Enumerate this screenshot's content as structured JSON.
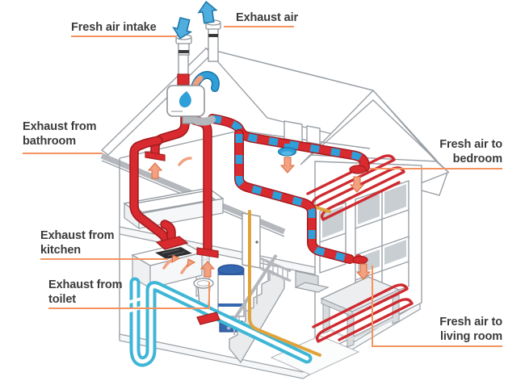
{
  "callouts": [
    {
      "id": "fresh-air-intake",
      "text": "Fresh air intake"
    },
    {
      "id": "exhaust-air",
      "text": "Exhaust air"
    },
    {
      "id": "exhaust-from-bathroom",
      "text": "Exhaust from bathroom"
    },
    {
      "id": "fresh-air-to-bedroom",
      "text": "Fresh air to bedroom"
    },
    {
      "id": "exhaust-from-kitchen",
      "text": "Exhaust from kitchen"
    },
    {
      "id": "exhaust-from-toilet",
      "text": "Exhaust from toilet"
    },
    {
      "id": "fresh-air-to-living-room",
      "text": "Fresh air to living room"
    }
  ],
  "icons": [
    {
      "name": "intake-down-arrow-icon",
      "meaning": "fresh air flowing down into roof intake stack"
    },
    {
      "name": "exhaust-up-arrow-icon",
      "meaning": "exhaust air blown up out of roof stack"
    },
    {
      "name": "warm-air-arrow-icon",
      "meaning": "room air being extracted / supplied"
    }
  ],
  "colors": {
    "exhaust_duct_red": "#d92b2f",
    "fresh_air_blue": "#2e9fd8",
    "supply_duct_stripes": [
      "#d92b2f",
      "#2e9fd8"
    ],
    "ground_loop_cyan": "#3fb6d6",
    "warm_air_arrow_salmon": "#f2a182",
    "leader_line_orange": "#f4935f",
    "label_text": "#3b3b3b",
    "pipe_yellow": "#e0a33c",
    "boiler_blue": "#3566b0",
    "structure_gray": "#9aa0a6"
  }
}
